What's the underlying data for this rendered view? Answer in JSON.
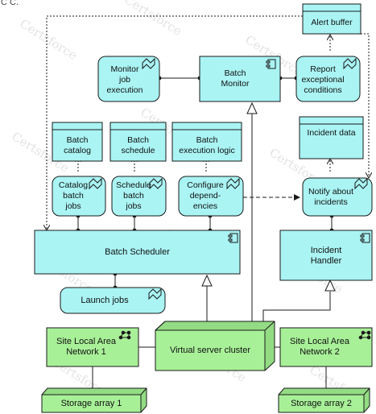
{
  "corner_marker": "C C.",
  "watermark": "Certsforce",
  "colors": {
    "application": "#aaf4f4",
    "technology": "#a8f098",
    "stroke": "#1a1a1a",
    "background": "#ffffff"
  },
  "nodes": {
    "alert_buffer": "Alert buffer",
    "monitor_job_execution": "Monitor\njob\nexecution",
    "batch_monitor": "Batch\nMonitor",
    "report_exceptional_conditions": "Report\nexceptional\nconditions",
    "batch_catalog": "Batch\ncatalog",
    "batch_schedule": "Batch\nschedule",
    "batch_execution_logic": "Batch\nexecution logic",
    "incident_data": "Incident data",
    "catalog_batch_jobs": "Catalog\nbatch\njobs",
    "schedule_batch_jobs": "Schedule\nbatch\njobs",
    "configure_dependencies": "Configure\ndepend-\nencies",
    "notify_about_incidents": "Notify about\nincidents",
    "batch_scheduler": "Batch Scheduler",
    "incident_handler": "Incident\nHandler",
    "launch_jobs": "Launch jobs",
    "site_lan_1": "Site Local Area\nNetwork 1",
    "virtual_server_cluster": "Virtual server cluster",
    "site_lan_2": "Site Local Area\nNetwork 2",
    "storage_array_1": "Storage array 1",
    "storage_array_2": "Storage array 2"
  }
}
